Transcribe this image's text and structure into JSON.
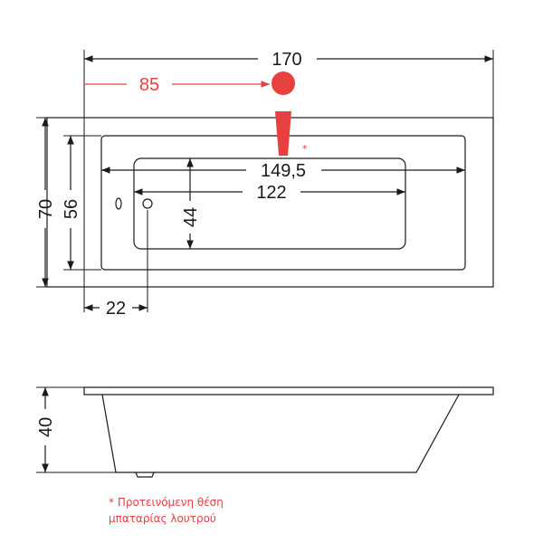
{
  "colors": {
    "line": "#1a1a1a",
    "accent": "#e8403f"
  },
  "top_view": {
    "overall_length": "170",
    "tap_offset": "85",
    "inner_length": "149,5",
    "bottom_length": "122",
    "bottom_width": "44",
    "overall_width": "70",
    "inner_width": "56",
    "drain_offset": "22",
    "tap_marker": "*"
  },
  "side_view": {
    "height": "40"
  },
  "note": {
    "line1": "* Προτεινόμενη θέση",
    "line2": "μπαταρίας λουτρού"
  }
}
